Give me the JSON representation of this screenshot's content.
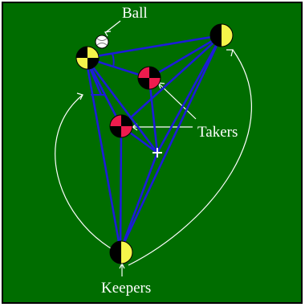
{
  "labels": {
    "ball": "Ball",
    "takers": "Takers",
    "keepers": "Keepers"
  },
  "colors": {
    "field": "#006d00",
    "border": "#000000",
    "pass_lines": "#1c1cd8",
    "keeper_color": "#f5f54a",
    "taker_color": "#ee1c4e",
    "annotation": "#ffffff"
  }
}
